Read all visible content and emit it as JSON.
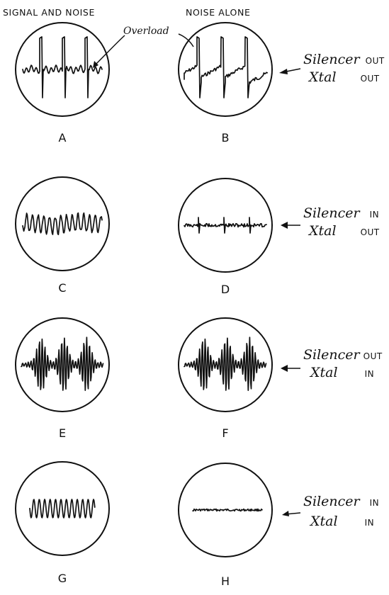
{
  "headers": {
    "left": "SIGNAL AND NOISE",
    "right": "NOISE ALONE"
  },
  "annotation": "Overload",
  "panels": [
    {
      "letter": "A",
      "trace": "spikes"
    },
    {
      "letter": "B",
      "trace": "sawtooth"
    },
    {
      "letter": "C",
      "trace": "sine-noisy"
    },
    {
      "letter": "D",
      "trace": "flat-small-spikes"
    },
    {
      "letter": "E",
      "trace": "bursts"
    },
    {
      "letter": "F",
      "trace": "bursts"
    },
    {
      "letter": "G",
      "trace": "sine-clean"
    },
    {
      "letter": "H",
      "trace": "flat"
    }
  ],
  "conditions": [
    {
      "silencer_word": "Silencer",
      "silencer_state": "OUT",
      "xtal_word": "Xtal",
      "xtal_state": "OUT"
    },
    {
      "silencer_word": "Silencer",
      "silencer_state": "IN",
      "xtal_word": "Xtal",
      "xtal_state": "OUT"
    },
    {
      "silencer_word": "Silencer",
      "silencer_state": "OUT",
      "xtal_word": "Xtal",
      "xtal_state": "IN"
    },
    {
      "silencer_word": "Silencer",
      "silencer_state": "IN",
      "xtal_word": "Xtal",
      "xtal_state": "IN"
    }
  ]
}
